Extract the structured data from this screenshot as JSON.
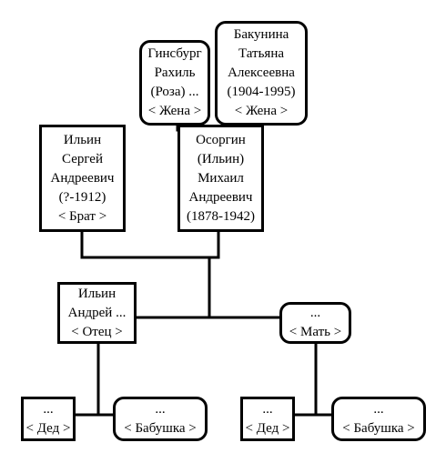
{
  "nodes": {
    "ginsburg": {
      "lines": [
        "Гинсбург",
        "Рахиль",
        "(Роза) ...",
        "< Жена >"
      ]
    },
    "bakunina": {
      "lines": [
        "Бакунина",
        "Татьяна",
        "Алексеевна",
        "(1904-1995)",
        "< Жена >"
      ]
    },
    "ilyin_sergey": {
      "lines": [
        "Ильин",
        "Сергей",
        "Андреевич",
        "(?-1912)",
        "< Брат >"
      ]
    },
    "osorgin": {
      "lines": [
        "Осоргин",
        "(Ильин)",
        "Михаил",
        "Андреевич",
        "(1878-1942)"
      ]
    },
    "ilyin_andrey": {
      "lines": [
        "Ильин",
        "Андрей ...",
        "< Отец >"
      ]
    },
    "mother": {
      "lines": [
        "...",
        "< Мать >"
      ]
    },
    "grandfather_paternal": {
      "lines": [
        "...",
        "< Дед >"
      ]
    },
    "grandmother_paternal": {
      "lines": [
        "...",
        "< Бабушка >"
      ]
    },
    "grandfather_maternal": {
      "lines": [
        "...",
        "< Дед >"
      ]
    },
    "grandmother_maternal": {
      "lines": [
        "...",
        "< Бабушка >"
      ]
    }
  }
}
